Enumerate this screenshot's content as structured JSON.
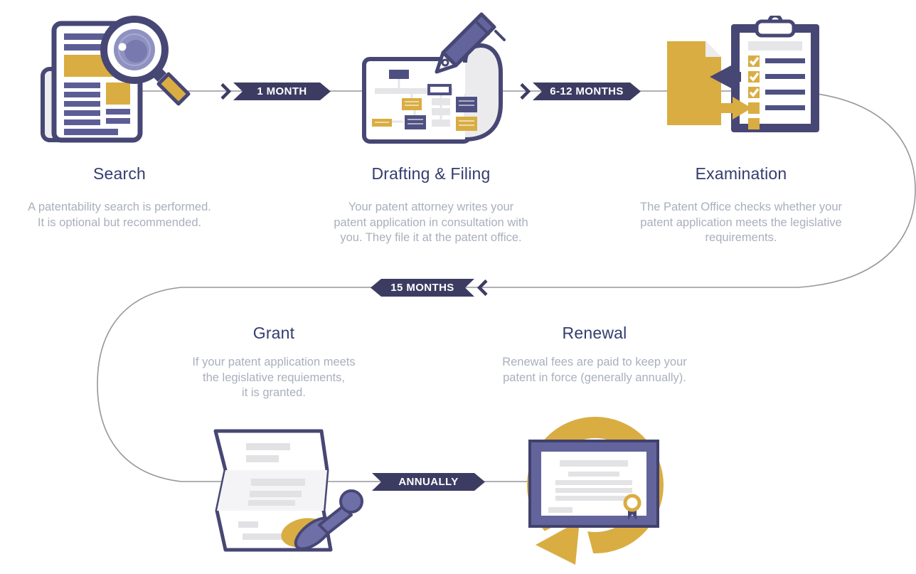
{
  "palette": {
    "banner_navy": "#3c3c63",
    "icon_outline_navy": "#474775",
    "purple": "#63649b",
    "gold": "#d9ad42",
    "flow_line_gray": "#95959d",
    "title_text": "#343c6e",
    "body_text": "#a9afbd"
  },
  "stages": [
    {
      "id": "search",
      "title": "Search",
      "description": "A patentability search is performed.\nIt is optional but recommended.",
      "icon": "newspaper-with-magnifier"
    },
    {
      "id": "drafting-filing",
      "title": "Drafting & Filing",
      "description": "Your patent attorney writes your\npatent application in consultation with\nyou. They file it at the patent office.",
      "icon": "scroll-flowchart-pen"
    },
    {
      "id": "examination",
      "title": "Examination",
      "description": "The Patent Office checks whether your\npatent application meets the legislative\nrequirements.",
      "icon": "clipboard-checklist-with-document-exchange"
    },
    {
      "id": "grant",
      "title": "Grant",
      "description": "If your patent application meets\nthe legislative requiements,\nit is granted.",
      "icon": "folded-document-with-stamp"
    },
    {
      "id": "renewal",
      "title": "Renewal",
      "description": "Renewal fees are paid to keep your\npatent in force (generally annually).",
      "icon": "certificate-with-renewal-cycle-arrow"
    }
  ],
  "durations": [
    {
      "id": "1-month",
      "label": "1 MONTH",
      "direction": "right"
    },
    {
      "id": "6-12-months",
      "label": "6-12 MONTHS",
      "direction": "right"
    },
    {
      "id": "15-months",
      "label": "15 MONTHS",
      "direction": "left"
    },
    {
      "id": "annually",
      "label": "ANNUALLY",
      "direction": "right"
    }
  ]
}
